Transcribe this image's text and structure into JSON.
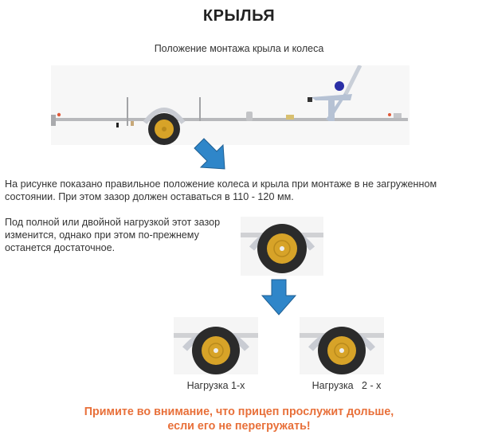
{
  "header": {
    "title": "КРЫЛЬЯ",
    "subtitle": "Положение монтажа крыла и колеса"
  },
  "main": {
    "paragraph1": [
      "На  рисунке показано правильное положение колеса и крыла при монтаже в не загруженном",
      "состоянии. При этом зазор должен оставаться в 110 - 120 мм."
    ],
    "paragraph2": [
      "Под полной или двойной нагрузкой этот зазор",
      "изменится, однако при этом по-прежнему",
      "останется достаточное."
    ],
    "load_captions": {
      "single": "Нагрузка 1-х",
      "double": "Нагрузка   2 - х"
    },
    "warning": [
      "Примите во внимание, что прицеп прослужит дольше,",
      "если его не перегружать!"
    ]
  },
  "colors": {
    "arrow": "#2f86c9",
    "warning": "#e8703a",
    "rim": "#d7a328",
    "tire": "#2b2b2b",
    "fender": "#c9ccd3",
    "frame": "#b8b9bc",
    "winch": "#2a2fa6"
  }
}
